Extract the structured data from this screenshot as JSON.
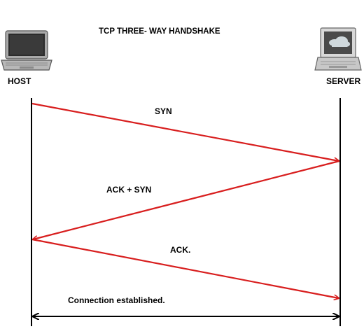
{
  "diagram": {
    "title": "TCP THREE- WAY HANDSHAKE",
    "host_label": "HOST",
    "server_label": "SERVER",
    "messages": [
      {
        "label": "SYN",
        "from": "HOST",
        "to": "SERVER"
      },
      {
        "label": "ACK + SYN",
        "from": "SERVER",
        "to": "HOST"
      },
      {
        "label": "ACK.",
        "from": "HOST",
        "to": "SERVER"
      }
    ],
    "connection_label": "Connection established.",
    "colors": {
      "message_arrow": "#d81e1e",
      "lifeline": "#000000"
    },
    "icons": {
      "host": "laptop-icon",
      "server": "server-computer-icon"
    }
  }
}
